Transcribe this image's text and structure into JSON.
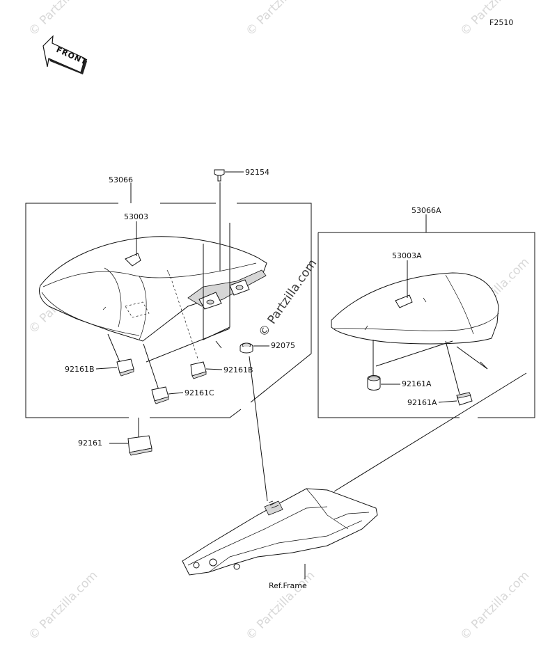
{
  "figure_id": "F2510",
  "front_label": "FRONT",
  "watermark": "© Partzilla.com",
  "parts": {
    "p53066": "53066",
    "p53003": "53003",
    "p92154": "92154",
    "p92075": "92075",
    "p92161B_left": "92161B",
    "p92161B_right": "92161B",
    "p92161C": "92161C",
    "p92161": "92161",
    "p53066A": "53066A",
    "p53003A": "53003A",
    "p92161A_top": "92161A",
    "p92161A_bottom": "92161A",
    "ref_frame": "Ref.Frame"
  }
}
